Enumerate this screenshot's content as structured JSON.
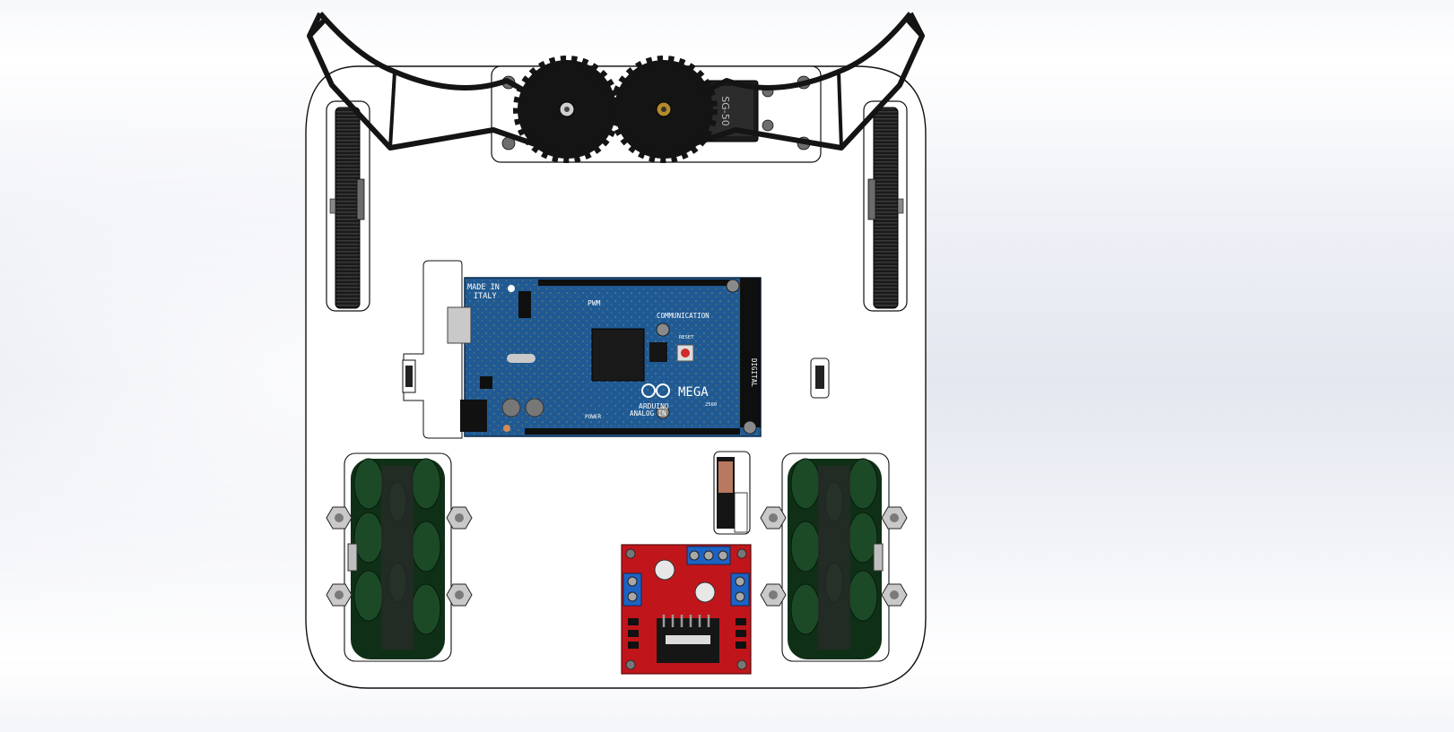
{
  "scene": {
    "arduino": {
      "made_in": "MADE IN",
      "country": "ITALY",
      "brand": "ARDUINO",
      "model": "MEGA",
      "model_sub": "2560",
      "header_pwm": "PWM",
      "header_communication": "COMMUNICATION",
      "header_digital": "DIGITAL",
      "header_analog": "ANALOG IN",
      "header_power": "POWER",
      "reset_label": "RESET"
    },
    "servo": {
      "model_label": "SG-50"
    },
    "colors": {
      "arduino_board": "#1f5a94",
      "motor_driver_board": "#c0161b",
      "omni_roller": "#123a1c",
      "chassis_plate": "#ffffff",
      "gripper": "#141414"
    }
  }
}
